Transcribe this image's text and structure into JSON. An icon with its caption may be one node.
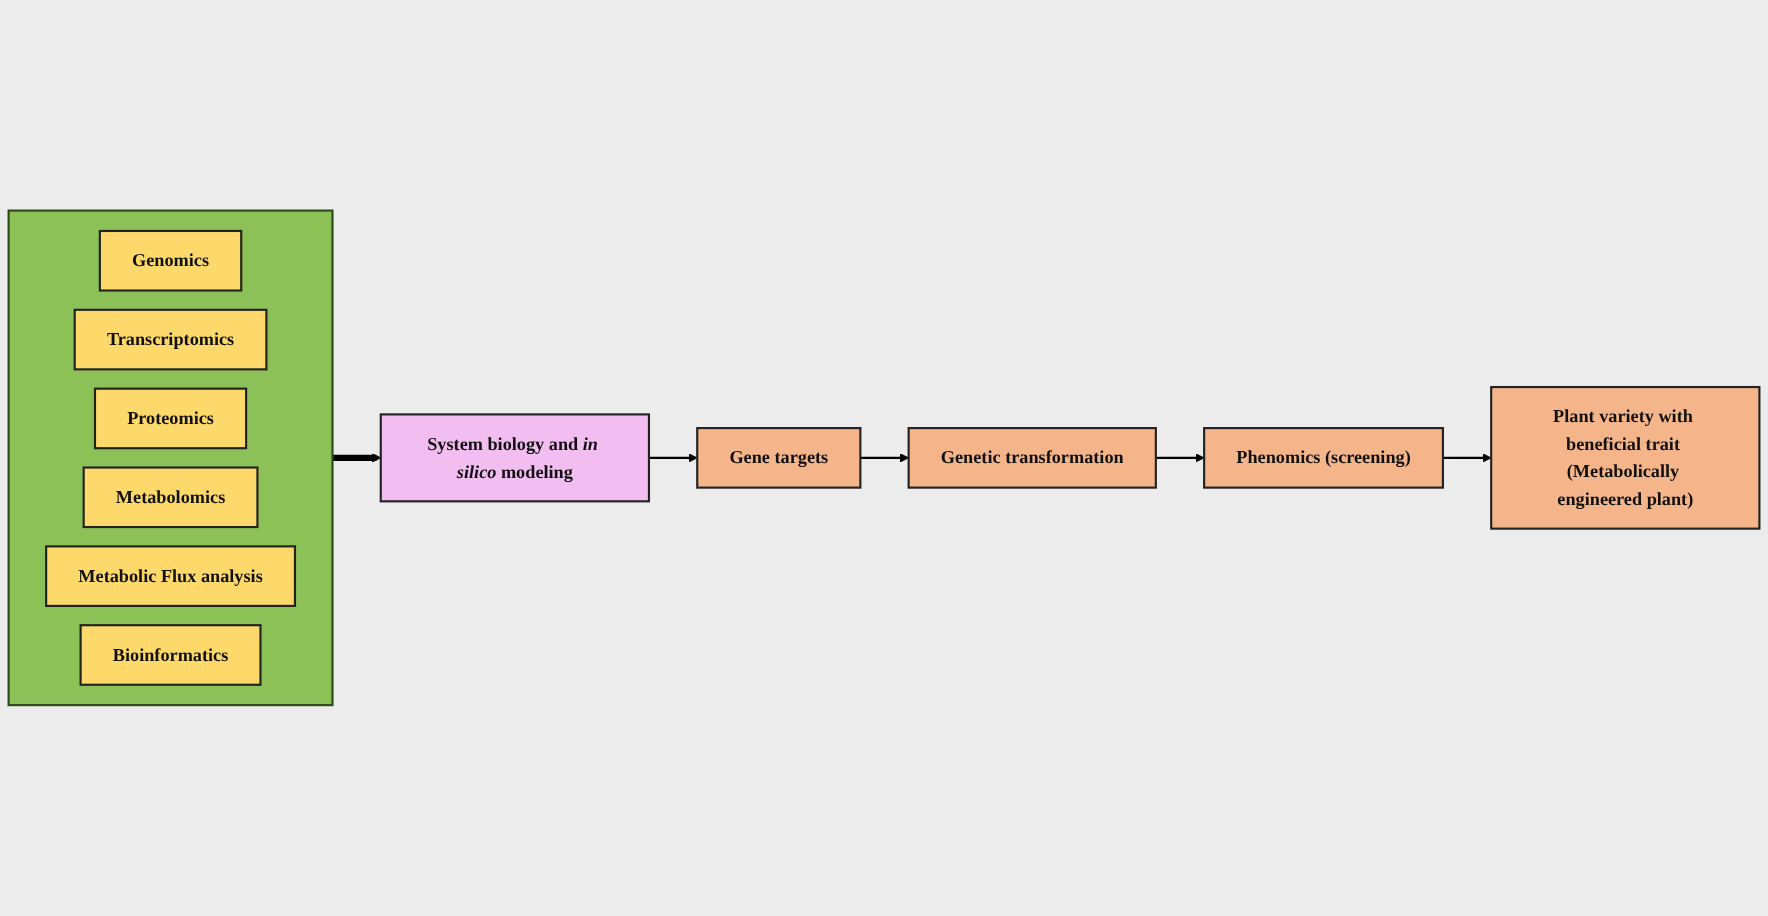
{
  "diagram": {
    "nodes": [
      {
        "text": [],
        "shape": "box"
      },
      {
        "text": [
          "Genomics"
        ],
        "in": 0
      },
      {
        "text": [
          "Transcriptomics"
        ],
        "in": 0
      },
      {
        "text": [
          "Proteomics"
        ],
        "in": 0
      },
      {
        "text": [
          "Metabolomics"
        ],
        "in": 0
      },
      {
        "text": [
          "Metabolic Flux analysis"
        ],
        "in": 0
      },
      {
        "text": [
          "Bioinformatics"
        ],
        "in": 0
      },
      {
        "text": [
          "System biology and *in silico* modeling"
        ]
      },
      {
        "text": [
          "Gene targets"
        ]
      },
      {
        "text": [
          "Genetic transformation"
        ]
      },
      {
        "text": [
          "Phenomics (screening)"
        ]
      },
      {
        "text": [
          "Plant variety with beneficial trait (Metabolically engineered plant)"
        ]
      }
    ],
    "edges": [
      {
        "from": 0,
        "to": 7,
        "arrow": "to",
        "style": "thick"
      },
      {
        "from": 7,
        "to": 8,
        "arrow": "to"
      },
      {
        "from": 8,
        "to": 9,
        "arrow": "to"
      },
      {
        "from": 9,
        "to": 10,
        "arrow": "to"
      },
      {
        "from": 10,
        "to": 11,
        "arrow": "to"
      }
    ]
  }
}
